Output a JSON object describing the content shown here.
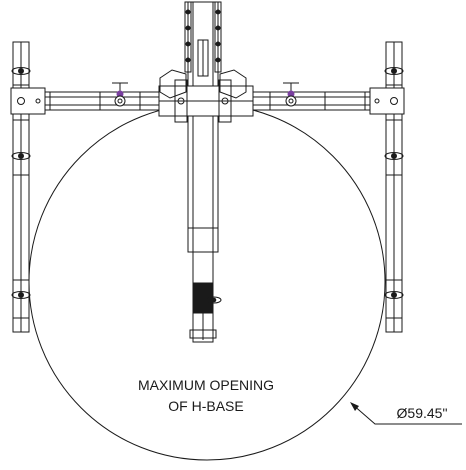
{
  "drawing": {
    "label_line_1": "MAXIMUM OPENING",
    "label_line_2": "OF H-BASE",
    "dimension": "Ø59.45\"",
    "colors": {
      "line": "#1a1a1a",
      "accent": "#7a3fa0",
      "background": "#ffffff"
    }
  }
}
